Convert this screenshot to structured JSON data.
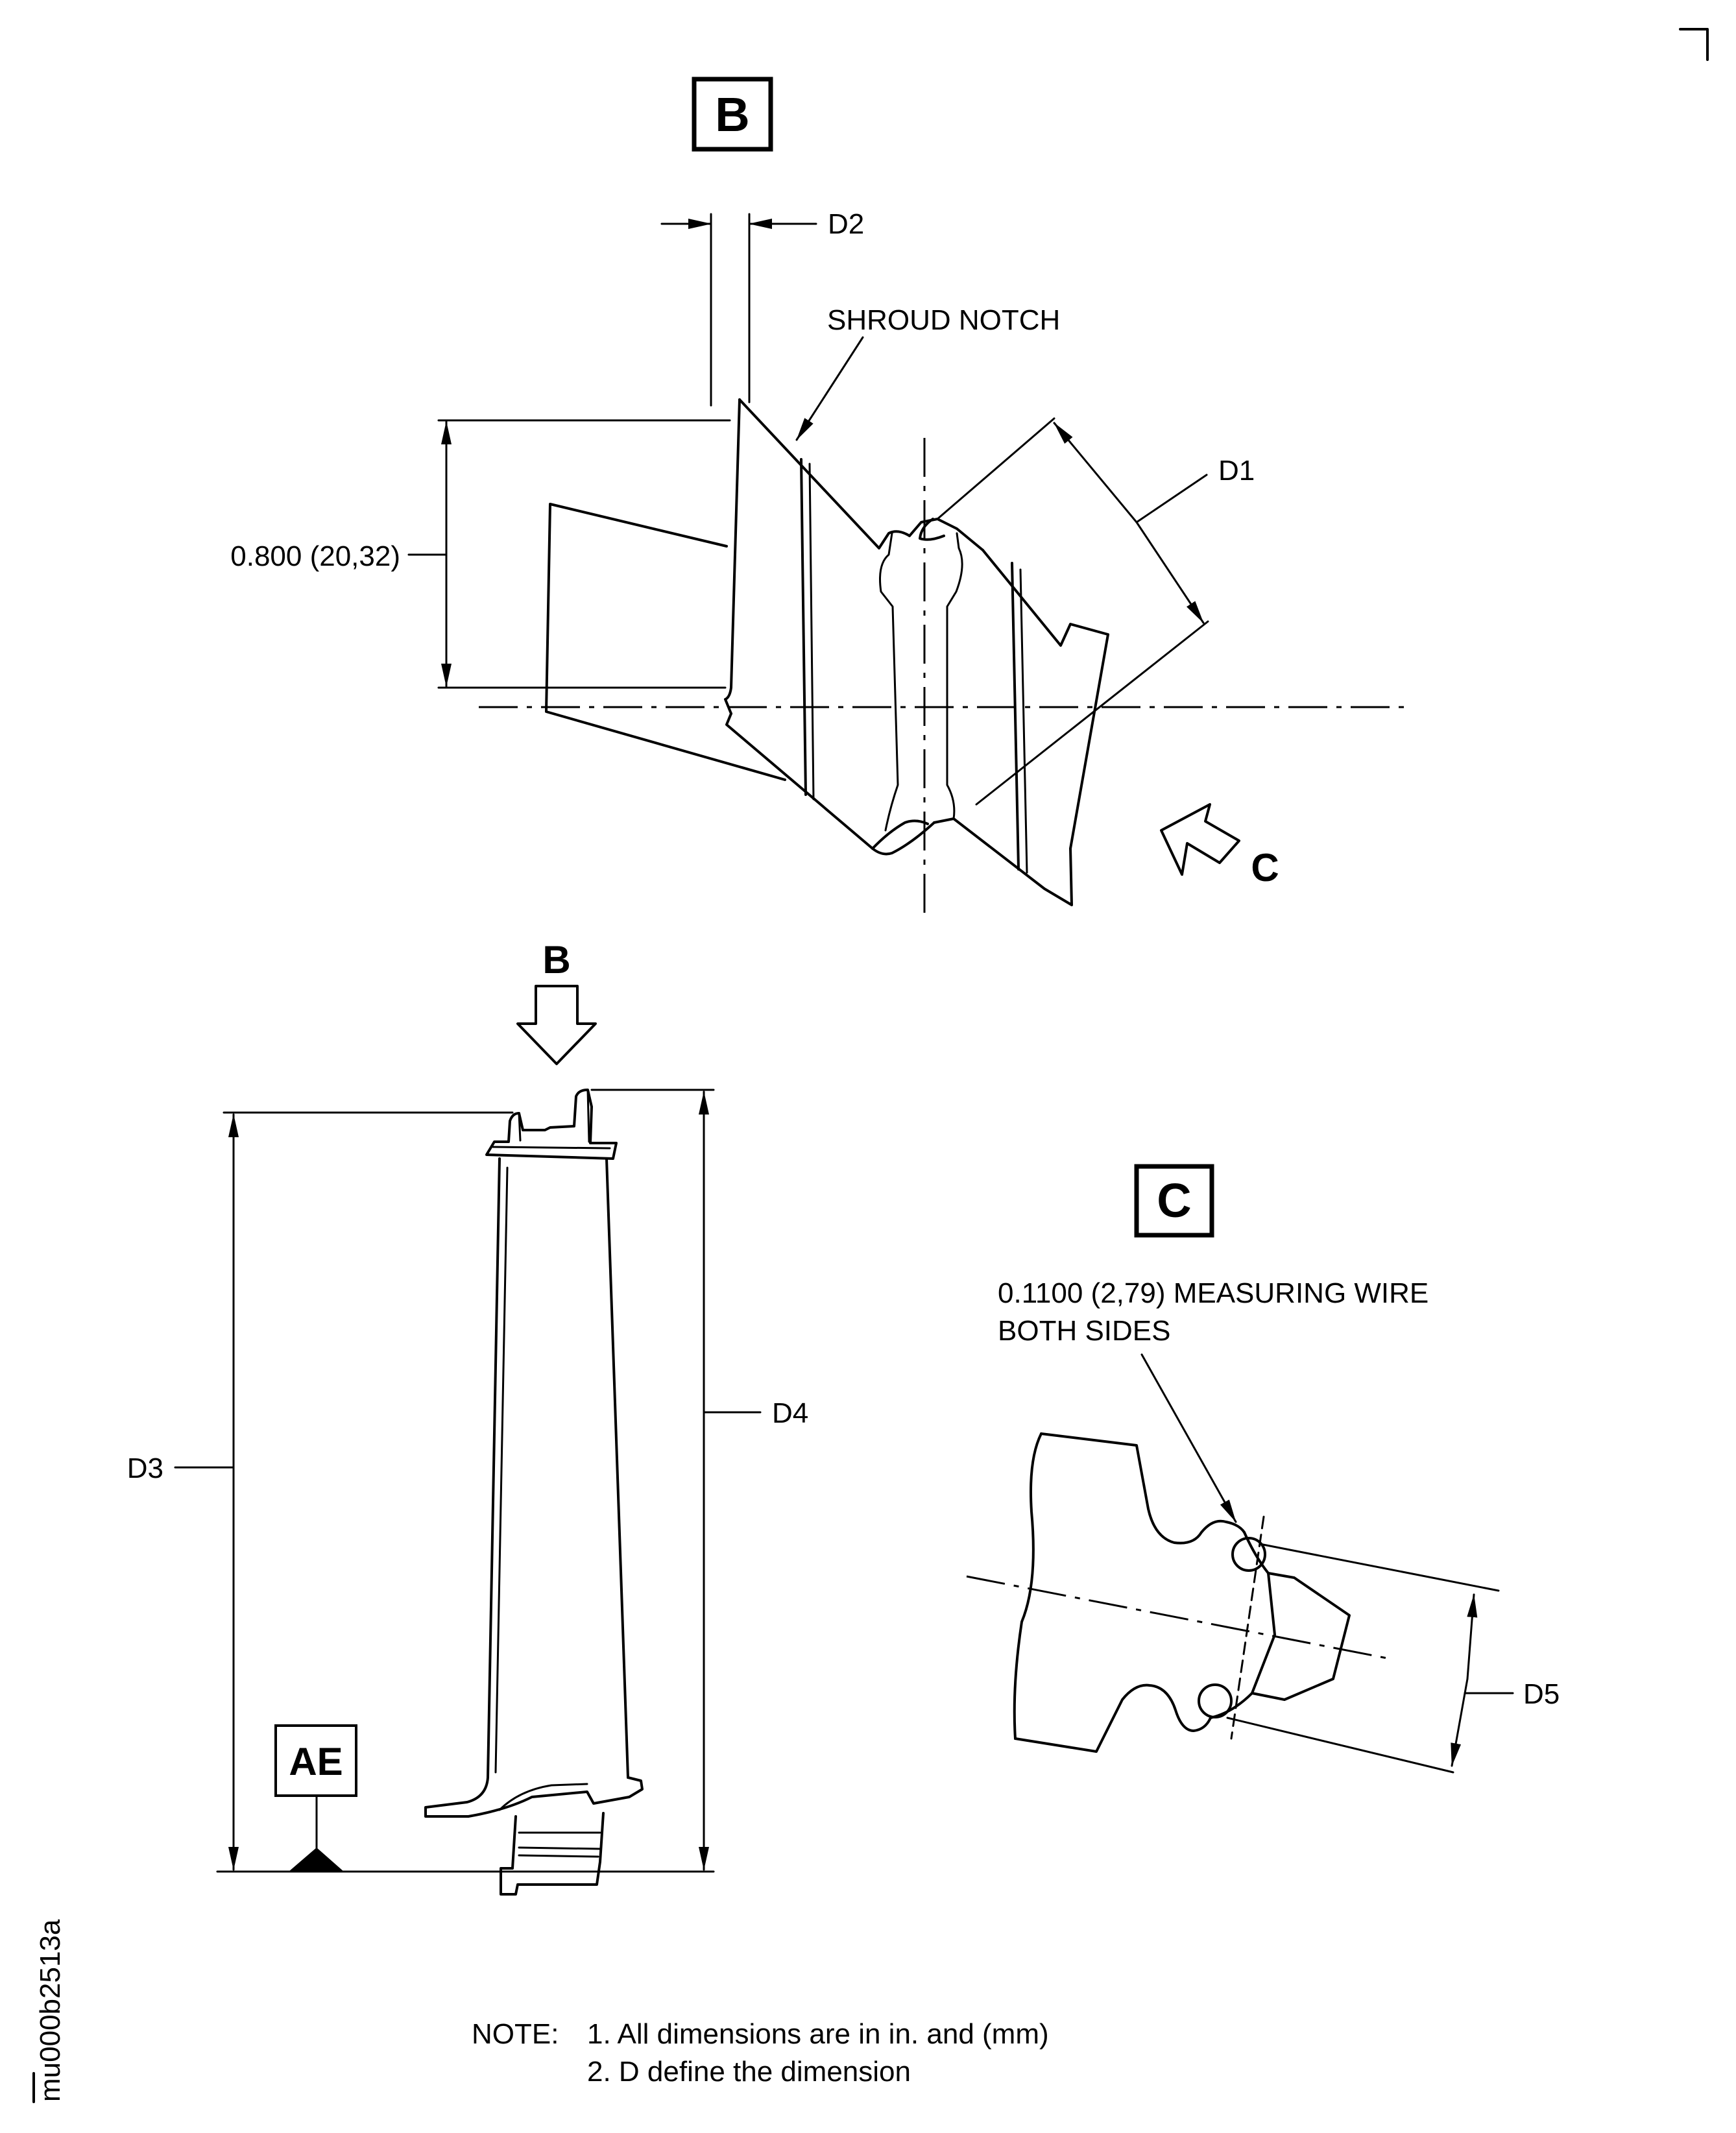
{
  "views": {
    "view_b_label": "B",
    "view_c_label": "C",
    "arrow_b_label": "B",
    "arrow_c_label": "C",
    "datum_label": "AE"
  },
  "dimensions": {
    "d1": "D1",
    "d2": "D2",
    "d3": "D3",
    "d4": "D4",
    "d5": "D5",
    "shroud_height": "0.800 (20,32)"
  },
  "callouts": {
    "shroud_notch": "SHROUD NOTCH",
    "wire_line1": "0.1100 (2,79) MEASURING WIRE",
    "wire_line2": "BOTH SIDES"
  },
  "notes": {
    "heading": "NOTE:",
    "line1": "1. All dimensions are in in. and (mm)",
    "line2": "2. D define the dimension"
  },
  "figure_id": "mu000b2513a"
}
